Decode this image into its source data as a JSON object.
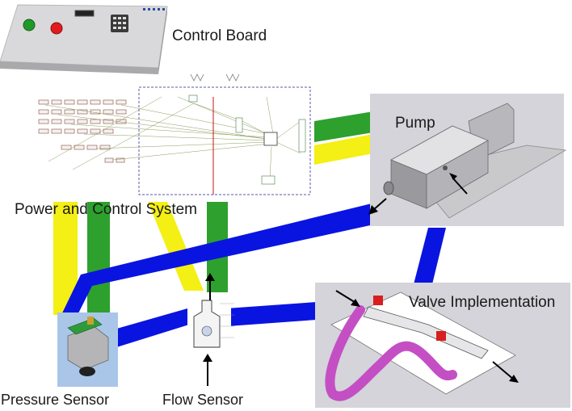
{
  "labels": {
    "control_board": "Control Board",
    "power_control": "Power and Control System",
    "pump": "Pump",
    "valve": "Valve Implementation",
    "pressure_sensor": "Pressure Sensor",
    "flow_sensor": "Flow Sensor"
  },
  "colors": {
    "fluid_line": "#0a14e0",
    "signal_green": "#2ea02e",
    "signal_yellow": "#f4ef14",
    "panel_gray": "#d6d6dc",
    "tube_purple": "#c44fc4",
    "valve_red": "#d81e1e"
  },
  "icons": [
    "start-button-icon",
    "stop-button-icon",
    "keypad-icon",
    "display-icon",
    "arrow-icon"
  ]
}
